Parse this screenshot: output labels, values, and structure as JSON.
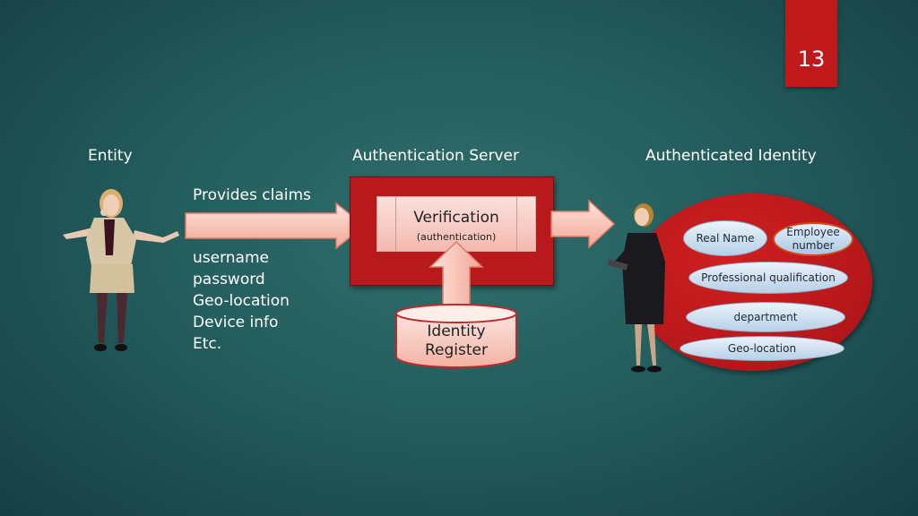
{
  "slide_number": "13",
  "headings": {
    "entity": "Entity",
    "server": "Authentication Server",
    "identity": "Authenticated Identity"
  },
  "claims": {
    "label": "Provides claims",
    "items": [
      "username",
      "password",
      "Geo-location",
      "Device info",
      "Etc."
    ]
  },
  "verification": {
    "title": "Verification",
    "subtitle": "(authentication)"
  },
  "register": {
    "line1": "Identity",
    "line2": "Register"
  },
  "attributes": {
    "real_name": "Real Name",
    "employee_number": "Employee number",
    "professional_qualification": "Professional qualification",
    "department": "department",
    "geo_location": "Geo-location"
  },
  "colors": {
    "accent_red": "#c0191c",
    "arrow_fill": "#f6b6a8",
    "pill_fill": "#c8dcef"
  }
}
